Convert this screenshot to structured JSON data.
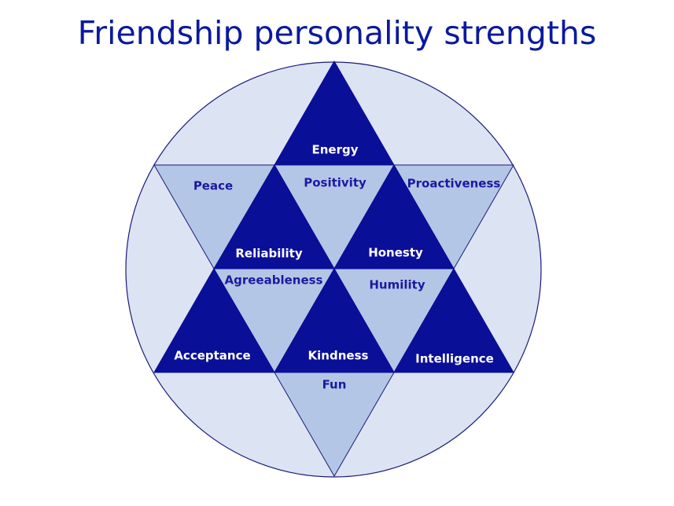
{
  "title": "Friendship personality strengths",
  "colors": {
    "title": "#0a1a9e",
    "circle_fill": "#dce3f3",
    "circle_stroke": "#1a1a7a",
    "dark_triangle": "#0a0f98",
    "light_triangle": "#b4c6e6",
    "light_label": "#ffffff",
    "dark_label": "#1a1aa0"
  },
  "strengths": {
    "energy": "Energy",
    "positivity": "Positivity",
    "peace": "Peace",
    "proactiveness": "Proactiveness",
    "reliability": "Reliability",
    "honesty": "Honesty",
    "agreeableness": "Agreeableness",
    "humility": "Humility",
    "acceptance": "Acceptance",
    "kindness": "Kindness",
    "intelligence": "Intelligence",
    "fun": "Fun"
  }
}
